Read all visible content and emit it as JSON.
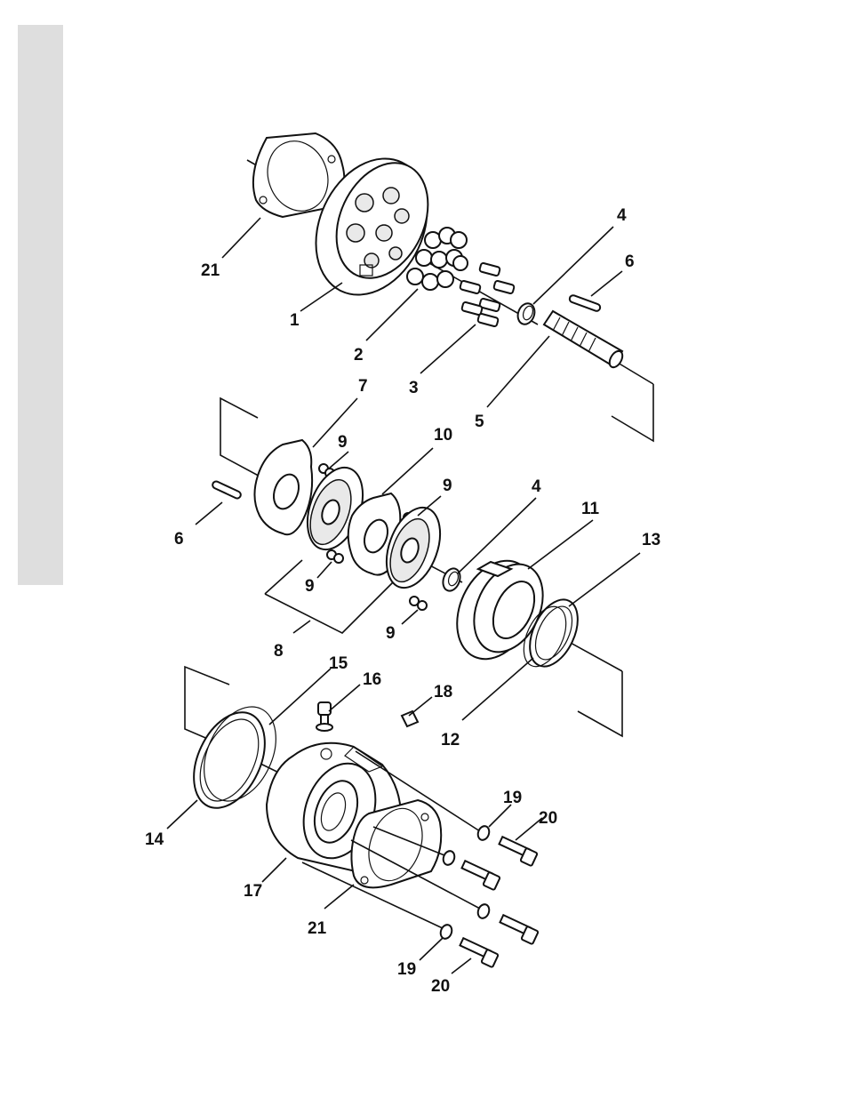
{
  "colors": {
    "side_tab": "#dedede",
    "ink": "#111111",
    "background": "#ffffff"
  },
  "callouts": {
    "c1": "1",
    "c2": "2",
    "c3": "3",
    "c4a": "4",
    "c4b": "4",
    "c5": "5",
    "c6a": "6",
    "c6b": "6",
    "c7": "7",
    "c8": "8",
    "c9a": "9",
    "c9b": "9",
    "c9c": "9",
    "c9d": "9",
    "c10": "10",
    "c11": "11",
    "c12": "12",
    "c13": "13",
    "c14": "14",
    "c15": "15",
    "c16": "16",
    "c17": "17",
    "c18": "18",
    "c19a": "19",
    "c19b": "19",
    "c20a": "20",
    "c20b": "20",
    "c21a": "21",
    "c21b": "21"
  }
}
